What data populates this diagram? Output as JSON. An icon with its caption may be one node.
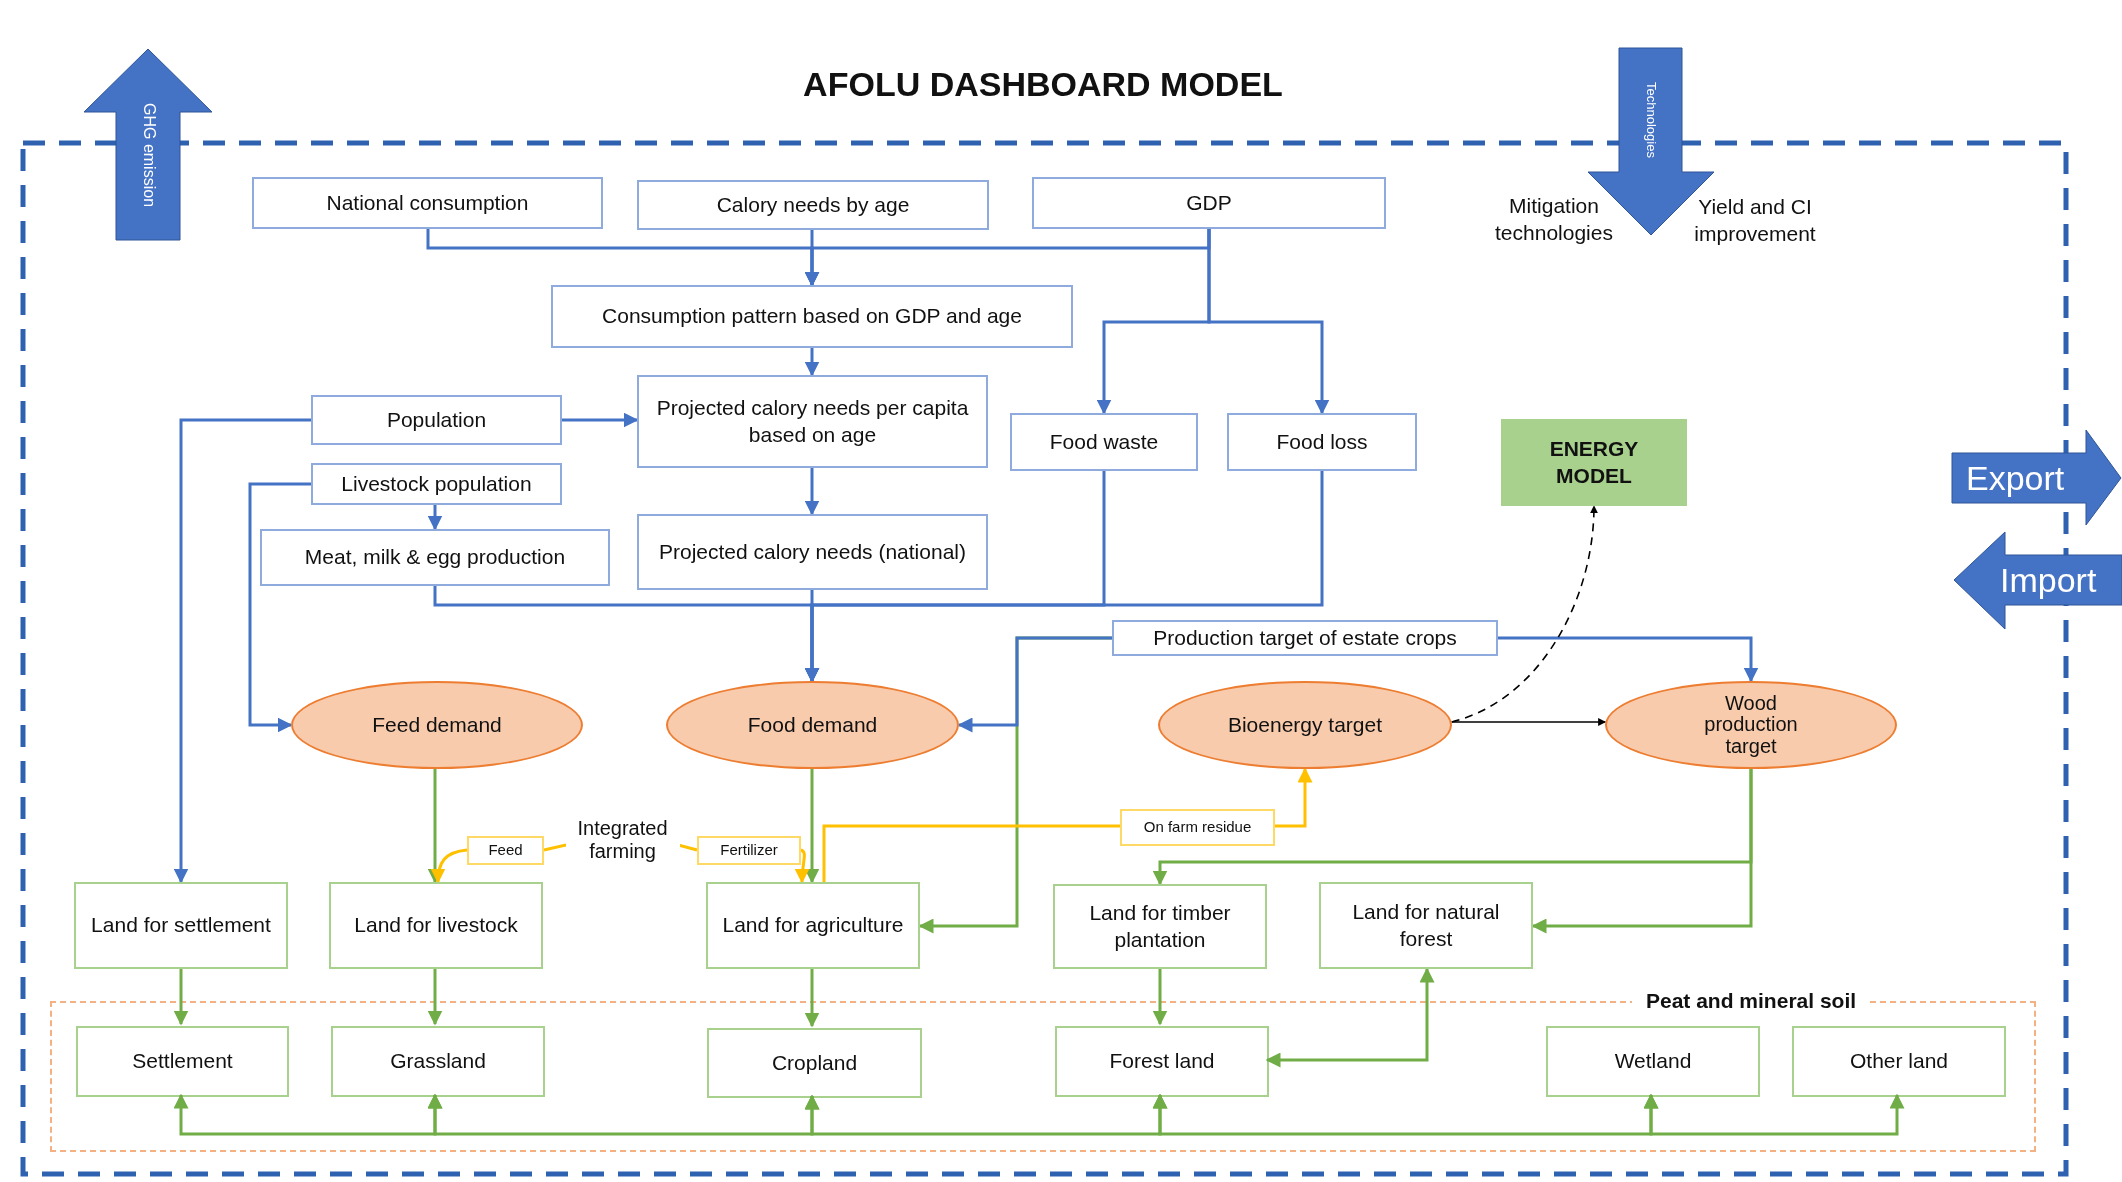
{
  "diagram": {
    "title": "AFOLU DASHBOARD MODEL",
    "nodes": [
      {
        "text": [
          "National consumption"
        ]
      },
      {
        "text": [
          "Calory needs by age"
        ]
      },
      {
        "text": [
          "GDP"
        ]
      },
      {
        "text": [
          "Consumption pattern based on GDP and age"
        ]
      },
      {
        "text": [
          "Population"
        ]
      },
      {
        "text": [
          "Projected calory needs per capita based on age"
        ]
      },
      {
        "text": [
          "Food waste"
        ]
      },
      {
        "text": [
          "Food loss"
        ]
      },
      {
        "text": [
          "ENERGY MODEL"
        ]
      },
      {
        "text": [
          "Livestock population"
        ]
      },
      {
        "text": [
          "Meat, milk & egg production"
        ]
      },
      {
        "text": [
          "Projected calory needs (national)"
        ]
      },
      {
        "text": [
          "Production target of estate crops"
        ]
      },
      {
        "text": [
          "Feed demand"
        ]
      },
      {
        "text": [
          "Food demand"
        ]
      },
      {
        "text": [
          "Bioenergy target"
        ]
      },
      {
        "text": [
          "Wood production target"
        ]
      },
      {
        "text": [
          "On farm residue"
        ]
      },
      {
        "text": [
          "Feed"
        ]
      },
      {
        "text": [
          "Fertilizer"
        ]
      },
      {
        "text": [
          "Land for settlement"
        ]
      },
      {
        "text": [
          "Land for livestock"
        ]
      },
      {
        "text": [
          "Land for agriculture"
        ]
      },
      {
        "text": [
          "Land for timber plantation"
        ]
      },
      {
        "text": [
          "Land for natural forest"
        ]
      },
      {
        "text": [
          "Peat and mineral soil"
        ]
      },
      {
        "text": [
          "Settlement"
        ],
        "in": 25
      },
      {
        "text": [
          "Grassland"
        ],
        "in": 25
      },
      {
        "text": [
          "Cropland"
        ],
        "in": 25
      },
      {
        "text": [
          "Forest land"
        ],
        "in": 25
      },
      {
        "text": [
          "Wetland"
        ],
        "in": 25
      },
      {
        "text": [
          "Other land"
        ],
        "in": 25
      }
    ],
    "edges": [
      {
        "from": 0,
        "to": 3,
        "arrow": "to"
      },
      {
        "from": 1,
        "to": 3,
        "arrow": "to"
      },
      {
        "from": 2,
        "to": 3,
        "arrow": "to"
      },
      {
        "from": 2,
        "to": 6,
        "arrow": "to"
      },
      {
        "from": 2,
        "to": 7,
        "arrow": "to"
      },
      {
        "from": 3,
        "to": 5,
        "arrow": "to"
      },
      {
        "from": 4,
        "to": 5,
        "arrow": "to"
      },
      {
        "from": 4,
        "to": 20,
        "arrow": "to"
      },
      {
        "from": 9,
        "to": 10,
        "arrow": "to"
      },
      {
        "from": 9,
        "to": 13,
        "arrow": "to"
      },
      {
        "from": 5,
        "to": 11,
        "arrow": "to"
      },
      {
        "from": 11,
        "to": 14,
        "arrow": "to"
      },
      {
        "from": 10,
        "to": 14,
        "arrow": "to"
      },
      {
        "from": 6,
        "to": 14,
        "arrow": "to"
      },
      {
        "from": 7,
        "to": 14,
        "arrow": "to"
      },
      {
        "from": 12,
        "to": 22,
        "arrow": "to",
        "color": "#70ad47"
      },
      {
        "from": 12,
        "to": 14,
        "arrow": "to"
      },
      {
        "from": 12,
        "to": 16,
        "arrow": "to"
      },
      {
        "from": 15,
        "to": 8,
        "arrow": "to",
        "style": "dashed",
        "color": "#000000"
      },
      {
        "from": 15,
        "to": 16,
        "arrow": "to",
        "color": "#000000"
      },
      {
        "from": 13,
        "to": 21,
        "arrow": "to",
        "color": "#70ad47"
      },
      {
        "from": 14,
        "to": 22,
        "arrow": "to",
        "color": "#70ad47"
      },
      {
        "from": 22,
        "to": 17,
        "arrow": "none",
        "color": "#ffc000"
      },
      {
        "from": 17,
        "to": 15,
        "arrow": "to",
        "color": "#ffc000"
      },
      {
        "from": 18,
        "to": 21,
        "arrow": "to",
        "color": "#ffc000"
      },
      {
        "from": 18,
        "to": 19,
        "arrow": "none",
        "label": "Integrated farming",
        "color": "#ffc000"
      },
      {
        "from": 19,
        "to": 22,
        "arrow": "to",
        "color": "#ffc000"
      },
      {
        "from": 16,
        "to": 23,
        "arrow": "to",
        "color": "#70ad47"
      },
      {
        "from": 16,
        "to": 24,
        "arrow": "to",
        "color": "#70ad47"
      },
      {
        "from": 20,
        "to": 26,
        "arrow": "to",
        "color": "#70ad47"
      },
      {
        "from": 21,
        "to": 27,
        "arrow": "to",
        "color": "#70ad47"
      },
      {
        "from": 22,
        "to": 28,
        "arrow": "to",
        "color": "#70ad47"
      },
      {
        "from": 23,
        "to": 29,
        "arrow": "to",
        "color": "#70ad47"
      },
      {
        "from": 29,
        "to": 24,
        "arrow": "both",
        "color": "#70ad47"
      },
      {
        "from": 26,
        "to": 27,
        "arrow": "both",
        "color": "#70ad47"
      },
      {
        "from": 27,
        "to": 28,
        "arrow": "both",
        "color": "#70ad47"
      },
      {
        "from": 28,
        "to": 29,
        "arrow": "both",
        "color": "#70ad47"
      },
      {
        "from": 29,
        "to": 30,
        "arrow": "both",
        "color": "#70ad47"
      },
      {
        "from": 30,
        "to": 31,
        "arrow": "both",
        "color": "#70ad47"
      }
    ],
    "labels": [
      "GHG emission",
      "Technologies",
      "Mitigation technologies",
      "Yield and CI improvement",
      "Export",
      "Import"
    ]
  }
}
